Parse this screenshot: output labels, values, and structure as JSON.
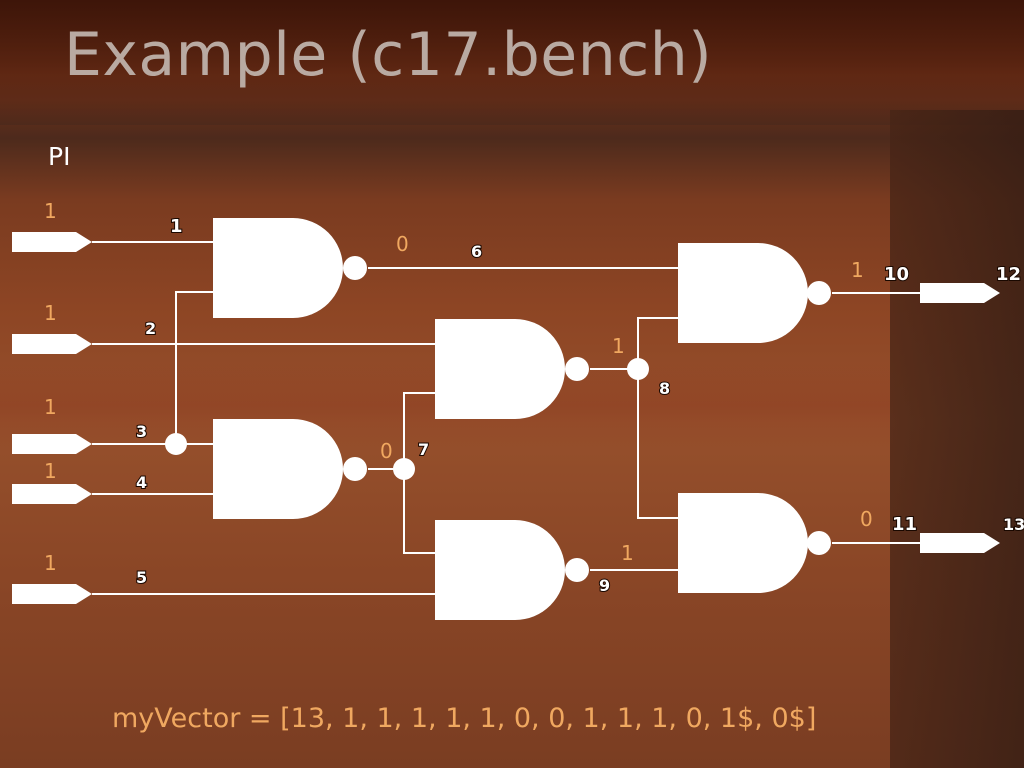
{
  "title": "Example (c17.bench)",
  "pi_label": "PI",
  "vector": "myVector = [13, 1, 1, 1, 1, 1, 0, 0, 1, 1, 1, 0, 1$, 0$]",
  "lines": {
    "l1": "1",
    "l2": "2",
    "l3": "3",
    "l4": "4",
    "l5": "5",
    "l6": "6",
    "l7": "7",
    "l8": "8",
    "l9": "9",
    "l10": "10",
    "l11": "11",
    "l12": "12",
    "l13": "13"
  },
  "values": {
    "in1": "1",
    "in2": "1",
    "in3": "1",
    "in4": "1",
    "in5": "1",
    "line6": "0",
    "line7": "0",
    "line8": "1",
    "line9": "1",
    "line10": "1",
    "line11": "0"
  },
  "colors": {
    "title": "#b9aaa2",
    "values": "#f0a860",
    "circuit": "#ffffff"
  }
}
